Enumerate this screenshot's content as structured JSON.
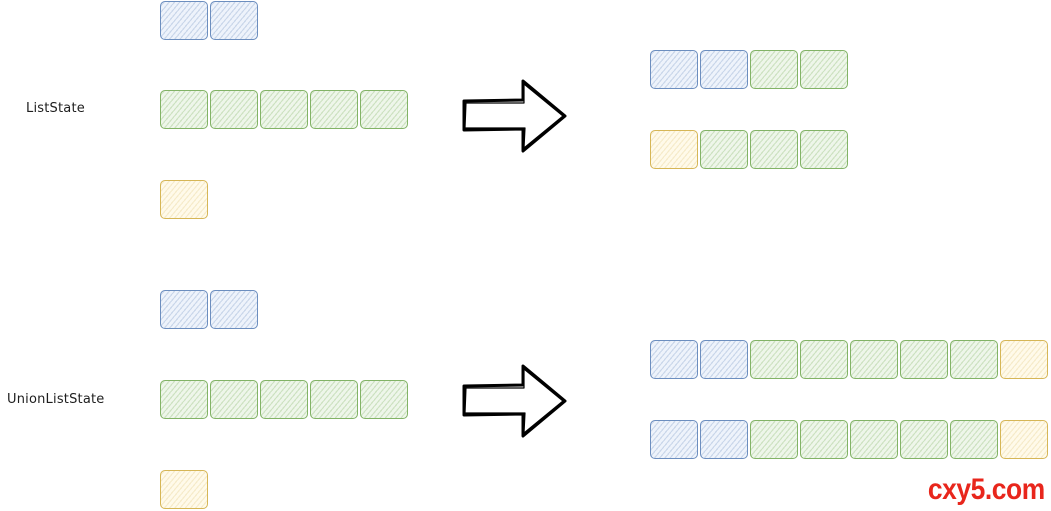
{
  "labels": {
    "list_state": "ListState",
    "union_list_state": "UnionListState"
  },
  "watermark": "cxy5.com",
  "colors": {
    "blue": "#6c8ebf",
    "green": "#82b366",
    "yellow": "#d6b656",
    "arrow": "#000000",
    "watermark": "#e8261c"
  },
  "diagrams": [
    {
      "name": "ListState",
      "inputs": [
        [
          "blue",
          "blue"
        ],
        [
          "green",
          "green",
          "green",
          "green",
          "green"
        ],
        [
          "yellow"
        ]
      ],
      "outputs": [
        [
          "blue",
          "blue",
          "green",
          "green"
        ],
        [
          "yellow",
          "green",
          "green",
          "green"
        ]
      ]
    },
    {
      "name": "UnionListState",
      "inputs": [
        [
          "blue",
          "blue"
        ],
        [
          "green",
          "green",
          "green",
          "green",
          "green"
        ],
        [
          "yellow"
        ]
      ],
      "outputs": [
        [
          "blue",
          "blue",
          "green",
          "green",
          "green",
          "green",
          "green",
          "yellow"
        ],
        [
          "blue",
          "blue",
          "green",
          "green",
          "green",
          "green",
          "green",
          "yellow"
        ]
      ]
    }
  ]
}
